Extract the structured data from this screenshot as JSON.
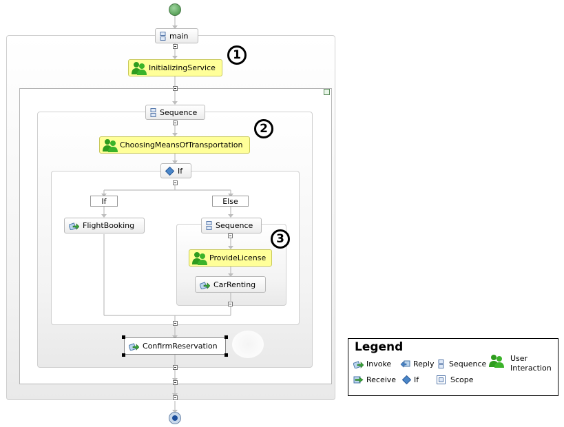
{
  "nodes": {
    "main": "main",
    "initializing_service": "InitializingService",
    "sequence_outer": "Sequence",
    "choosing_means": "ChoosingMeansOfTransportation",
    "if_node": "If",
    "branch_if": "If",
    "branch_else": "Else",
    "flight_booking": "FlightBooking",
    "sequence_inner": "Sequence",
    "provide_license": "ProvideLicense",
    "car_renting": "CarRenting",
    "confirm_reservation": "ConfirmReservation"
  },
  "badges": [
    "1",
    "2",
    "3"
  ],
  "legend": {
    "title": "Legend",
    "items": {
      "invoke": "Invoke",
      "reply": "Reply",
      "sequence": "Sequence",
      "user_interaction_line1": "User",
      "user_interaction_line2": "Interaction",
      "receive": "Receive",
      "if": "If",
      "scope": "Scope"
    }
  },
  "colors": {
    "user_interaction_fill": "#ffff99",
    "user_icon_green": "#2e9c1e",
    "start_green": "#3d8d3d",
    "end_blue": "#1c4f9c",
    "connector_gray": "#bdbdbd"
  }
}
